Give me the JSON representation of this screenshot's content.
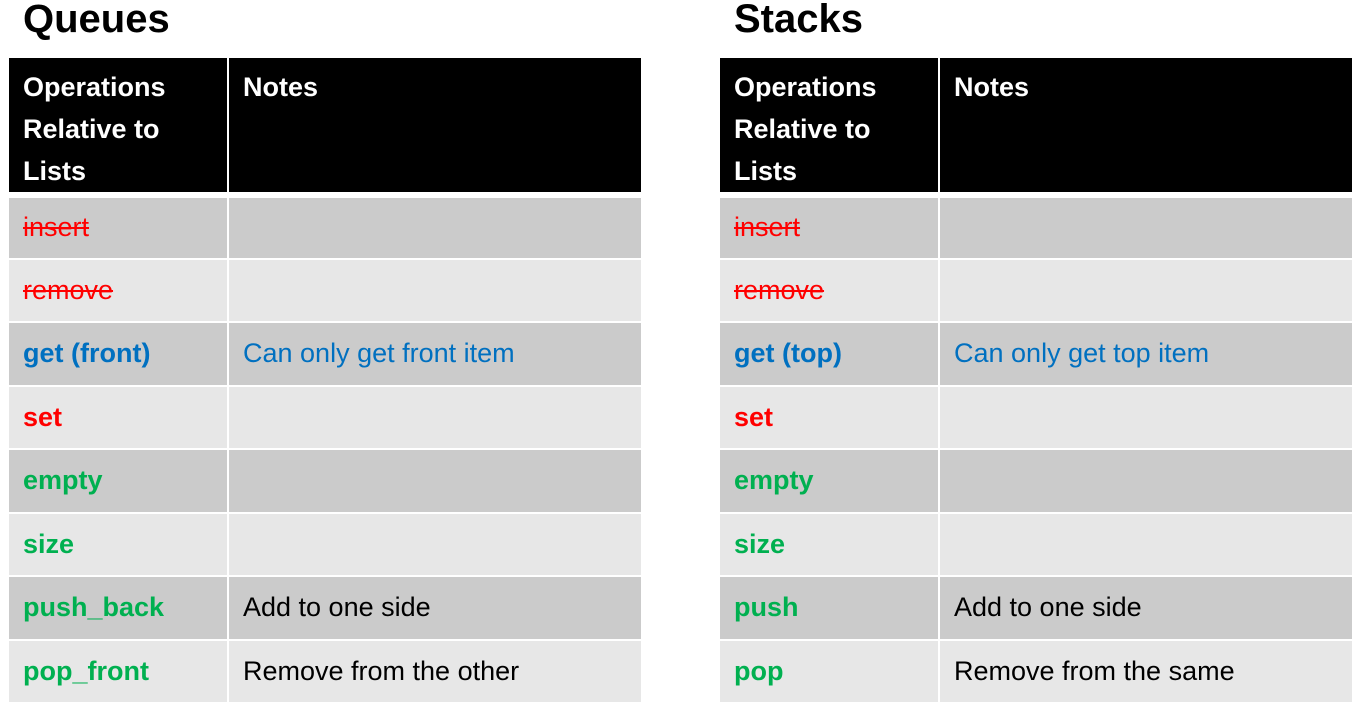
{
  "queues": {
    "title": "Queues",
    "headers": [
      "Operations\nRelative to\nLists",
      "Notes"
    ],
    "rows": [
      {
        "op": "insert",
        "status": "removed",
        "note": "",
        "note_color": "black"
      },
      {
        "op": "remove",
        "status": "removed",
        "note": "",
        "note_color": "black"
      },
      {
        "op": "get (front)",
        "status": "modified",
        "note": "Can only get front item",
        "note_color": "blue"
      },
      {
        "op": "set",
        "status": "unavailable",
        "note": "",
        "note_color": "black"
      },
      {
        "op": "empty",
        "status": "same",
        "note": "",
        "note_color": "black"
      },
      {
        "op": "size",
        "status": "same",
        "note": "",
        "note_color": "black"
      },
      {
        "op": "push_back",
        "status": "same",
        "note": "Add to one side",
        "note_color": "black"
      },
      {
        "op": "pop_front",
        "status": "same",
        "note": "Remove from the other",
        "note_color": "black"
      }
    ]
  },
  "stacks": {
    "title": "Stacks",
    "headers": [
      "Operations\nRelative to\nLists",
      "Notes"
    ],
    "rows": [
      {
        "op": "insert",
        "status": "removed",
        "note": "",
        "note_color": "black"
      },
      {
        "op": "remove",
        "status": "removed",
        "note": "",
        "note_color": "black"
      },
      {
        "op": "get (top)",
        "status": "modified",
        "note": "Can only get top item",
        "note_color": "blue"
      },
      {
        "op": "set",
        "status": "unavailable",
        "note": "",
        "note_color": "black"
      },
      {
        "op": "empty",
        "status": "same",
        "note": "",
        "note_color": "black"
      },
      {
        "op": "size",
        "status": "same",
        "note": "",
        "note_color": "black"
      },
      {
        "op": "push",
        "status": "same",
        "note": "Add to one side",
        "note_color": "black"
      },
      {
        "op": "pop",
        "status": "same",
        "note": "Remove from the same",
        "note_color": "black"
      }
    ]
  },
  "colors": {
    "header_bg": "#000000",
    "row_dark": "#cbcbcb",
    "row_light": "#e7e7e7",
    "removed": "#ff0000",
    "modified": "#0070c0",
    "same": "#00b050"
  }
}
